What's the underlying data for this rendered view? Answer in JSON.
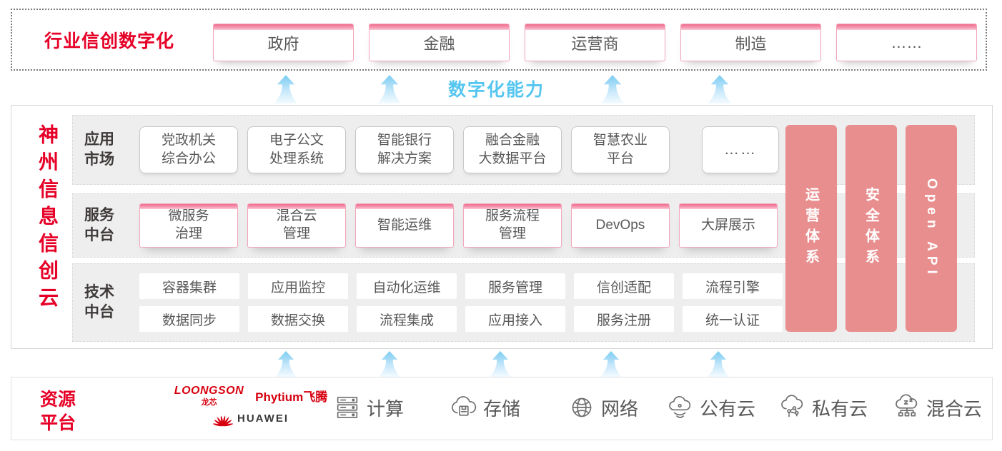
{
  "industry": {
    "title": "行业信创数字化",
    "items": [
      "政府",
      "金融",
      "运营商",
      "制造",
      "……"
    ]
  },
  "capability_label": "数字化能力",
  "platform": {
    "title": "神州信息信创云",
    "app_row": {
      "label": "应用\n市场",
      "items": [
        "党政机关\n综合办公",
        "电子公文\n处理系统",
        "智能银行\n解决方案",
        "融合金融\n大数据平台",
        "智慧农业\n平台",
        "……"
      ]
    },
    "service_row": {
      "label": "服务\n中台",
      "items": [
        "微服务\n治理",
        "混合云\n管理",
        "智能运维",
        "服务流程\n管理",
        "DevOps",
        "大屏展示"
      ]
    },
    "tech_row": {
      "label": "技术\n中台",
      "row1": [
        "容器集群",
        "应用监控",
        "自动化运维",
        "服务管理",
        "信创适配",
        "流程引擎"
      ],
      "row2": [
        "数据同步",
        "数据交换",
        "流程集成",
        "应用接入",
        "服务注册",
        "统一认证"
      ]
    },
    "pillars": [
      "运营体系",
      "安全体系",
      "Open API"
    ]
  },
  "resources": {
    "title": "资源\n平台",
    "vendors": {
      "loongson": "LOONGSON",
      "loongson_sub": "龙芯",
      "phytium": "Phytium",
      "phytium_sub": "飞腾",
      "huawei": "HUAWEI"
    },
    "items": [
      {
        "icon": "compute-server-icon",
        "label": "计算"
      },
      {
        "icon": "storage-cloud-icon",
        "label": "存储"
      },
      {
        "icon": "network-globe-icon",
        "label": "网络"
      },
      {
        "icon": "public-cloud-icon",
        "label": "公有云"
      },
      {
        "icon": "private-cloud-icon",
        "label": "私有云"
      },
      {
        "icon": "hybrid-cloud-icon",
        "label": "混合云"
      }
    ]
  },
  "colors": {
    "brand_red": "#e60027",
    "pillar_pink": "#e98e8e",
    "capability_blue": "#55c6ef",
    "box_text": "#595757"
  }
}
